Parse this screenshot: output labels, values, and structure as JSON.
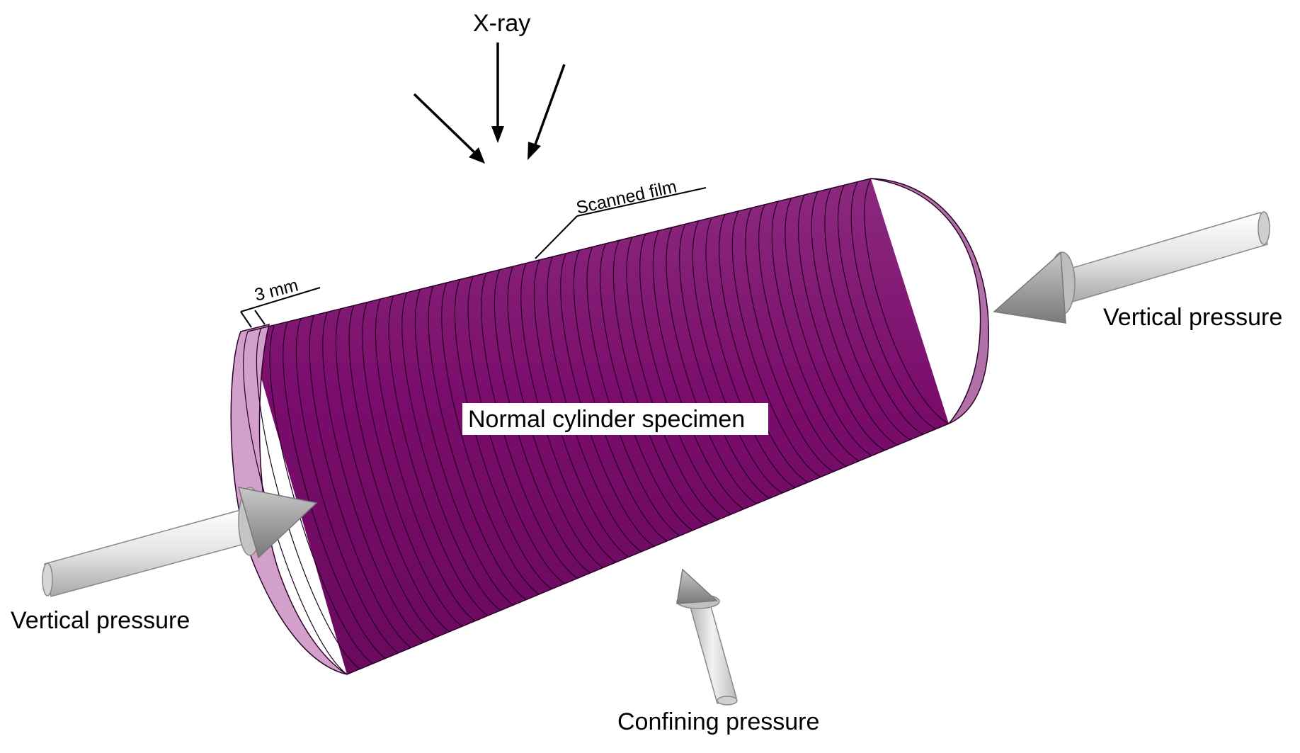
{
  "labels": {
    "xray": "X-ray",
    "scanned_film": "Scanned film",
    "thickness": "3 mm",
    "specimen": "Normal cylinder specimen",
    "vertical_pressure_right": "Vertical pressure",
    "vertical_pressure_left": "Vertical pressure",
    "confining_pressure": "Confining pressure"
  },
  "colors": {
    "specimen_body": "#7d0f6f",
    "specimen_light": "#b46aa9",
    "specimen_lightest": "#d7a6d0",
    "outline": "#1a0018",
    "arrow_fill": "#d8d8d8",
    "arrow_cone": "#9a9a9a",
    "label_box": "#ffffff"
  },
  "icons": {
    "xray_arrows": "arrow-down-icon",
    "pressure_arrows": "cone-arrow-icon"
  }
}
